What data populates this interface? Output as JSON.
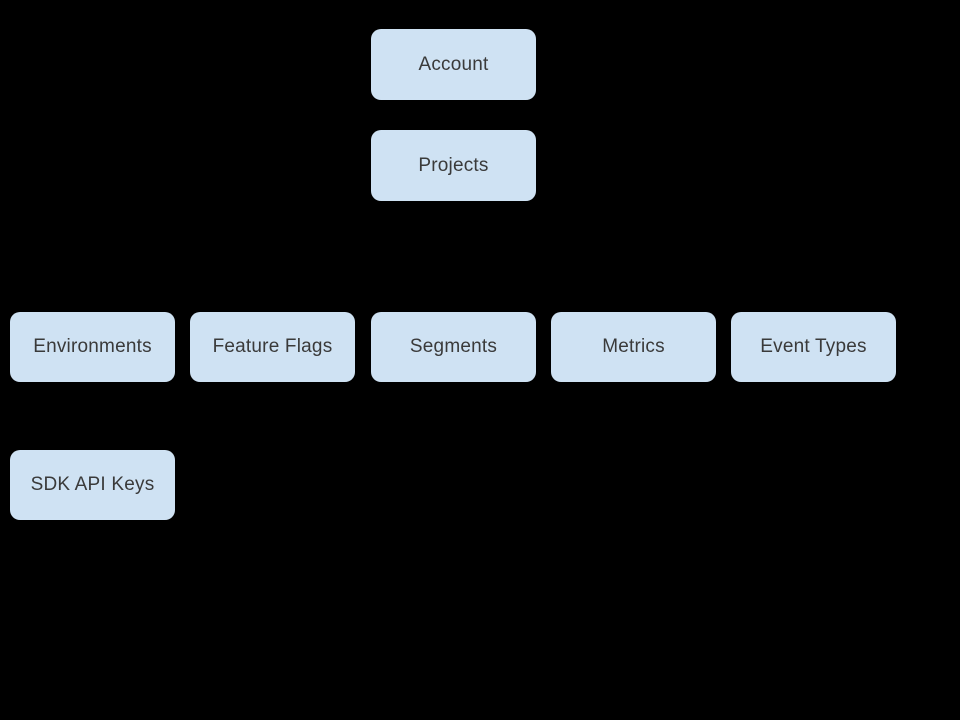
{
  "diagram": {
    "background_color": "#000000",
    "node_fill_color": "#cfe2f3",
    "node_text_color": "#3a3a3a",
    "nodes": [
      {
        "id": "account",
        "label": "Account"
      },
      {
        "id": "projects",
        "label": "Projects"
      },
      {
        "id": "environments",
        "label": "Environments"
      },
      {
        "id": "feature-flags",
        "label": "Feature Flags"
      },
      {
        "id": "segments",
        "label": "Segments"
      },
      {
        "id": "metrics",
        "label": "Metrics"
      },
      {
        "id": "event-types",
        "label": "Event Types"
      },
      {
        "id": "sdk-api-keys",
        "label": "SDK API Keys"
      }
    ]
  }
}
